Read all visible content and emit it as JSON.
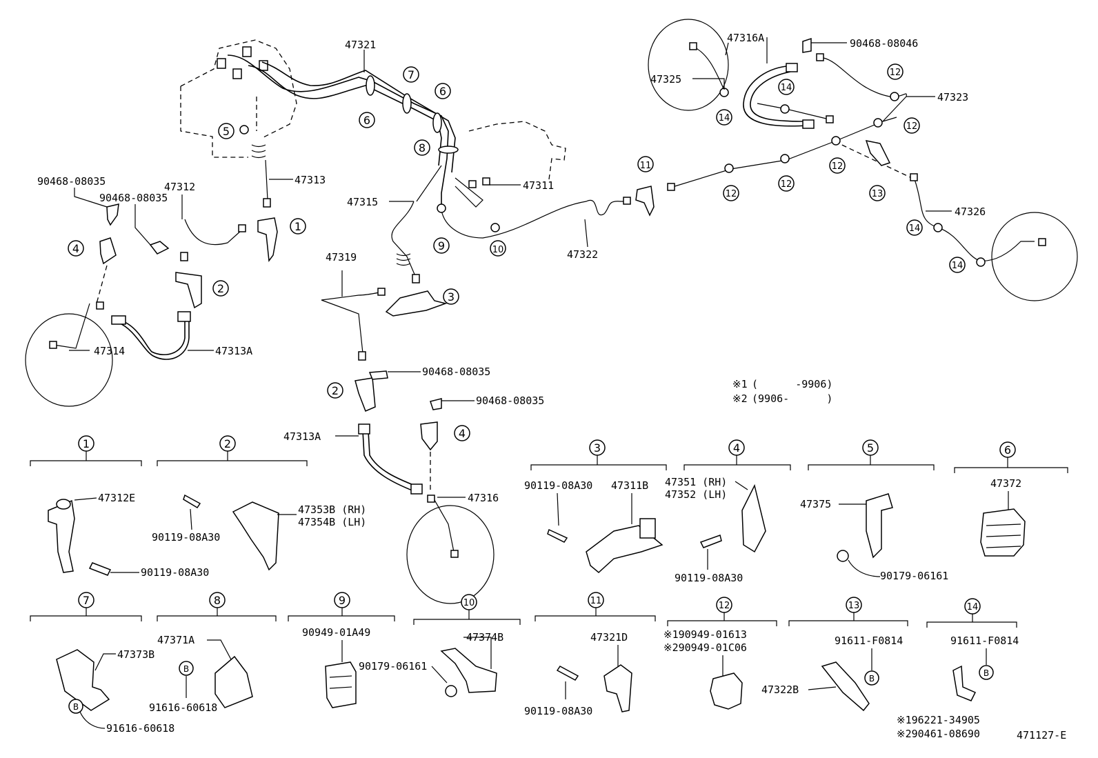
{
  "diagram_id": "471127-E",
  "notes": [
    {
      "mark": "※1",
      "text": "(      -9906)"
    },
    {
      "mark": "※2",
      "text": "(9906-      )"
    }
  ],
  "callouts": [
    {
      "id": "c-47321",
      "text": "47321"
    },
    {
      "id": "c-47313",
      "text": "47313"
    },
    {
      "id": "c-47312",
      "text": "47312"
    },
    {
      "id": "c-90468-08035-a",
      "text": "90468-08035"
    },
    {
      "id": "c-90468-08035-b",
      "text": "90468-08035"
    },
    {
      "id": "c-47314",
      "text": "47314"
    },
    {
      "id": "c-47313A-a",
      "text": "47313A"
    },
    {
      "id": "c-47315",
      "text": "47315"
    },
    {
      "id": "c-47311",
      "text": "47311"
    },
    {
      "id": "c-47319",
      "text": "47319"
    },
    {
      "id": "c-47322",
      "text": "47322"
    },
    {
      "id": "c-90468-08035-c",
      "text": "90468-08035"
    },
    {
      "id": "c-90468-08035-d",
      "text": "90468-08035"
    },
    {
      "id": "c-47313A-b",
      "text": "47313A"
    },
    {
      "id": "c-47316",
      "text": "47316"
    },
    {
      "id": "c-47316A",
      "text": "47316A"
    },
    {
      "id": "c-47325",
      "text": "47325"
    },
    {
      "id": "c-90468-08046",
      "text": "90468-08046"
    },
    {
      "id": "c-47323",
      "text": "47323"
    },
    {
      "id": "c-47326",
      "text": "47326"
    }
  ],
  "circled_numbers": [
    "1",
    "2",
    "3",
    "4",
    "5",
    "6",
    "7",
    "8",
    "9",
    "10",
    "11",
    "12",
    "13",
    "14"
  ],
  "groups": {
    "g1": {
      "n": "1",
      "parts": [
        "47312E",
        "90119-08A30"
      ]
    },
    "g2": {
      "n": "2",
      "parts": [
        "90119-08A30",
        "47353B (RH)",
        "47354B (LH)"
      ]
    },
    "g3": {
      "n": "3",
      "parts": [
        "90119-08A30",
        "47311B"
      ]
    },
    "g4": {
      "n": "4",
      "parts": [
        "47351 (RH)",
        "47352 (LH)",
        "90119-08A30"
      ]
    },
    "g5": {
      "n": "5",
      "parts": [
        "47375",
        "90179-06161"
      ]
    },
    "g6": {
      "n": "6",
      "parts": [
        "47372"
      ]
    },
    "g7": {
      "n": "7",
      "parts": [
        "47373B",
        "91616-60618",
        "B"
      ]
    },
    "g8": {
      "n": "8",
      "parts": [
        "47371A",
        "91616-60618",
        "B"
      ]
    },
    "g9": {
      "n": "9",
      "parts": [
        "90949-01A49"
      ]
    },
    "g10": {
      "n": "10",
      "parts": [
        "47374B",
        "90179-06161"
      ]
    },
    "g11": {
      "n": "11",
      "parts": [
        "47321D",
        "90119-08A30"
      ]
    },
    "g12": {
      "n": "12",
      "parts": [
        "※190949-01613",
        "※290949-01C06"
      ]
    },
    "g13": {
      "n": "13",
      "parts": [
        "91611-F0814",
        "47322B",
        "B"
      ]
    },
    "g14": {
      "n": "14",
      "parts": [
        "91611-F0814",
        "※196221-34905",
        "※290461-08690",
        "B"
      ]
    }
  }
}
